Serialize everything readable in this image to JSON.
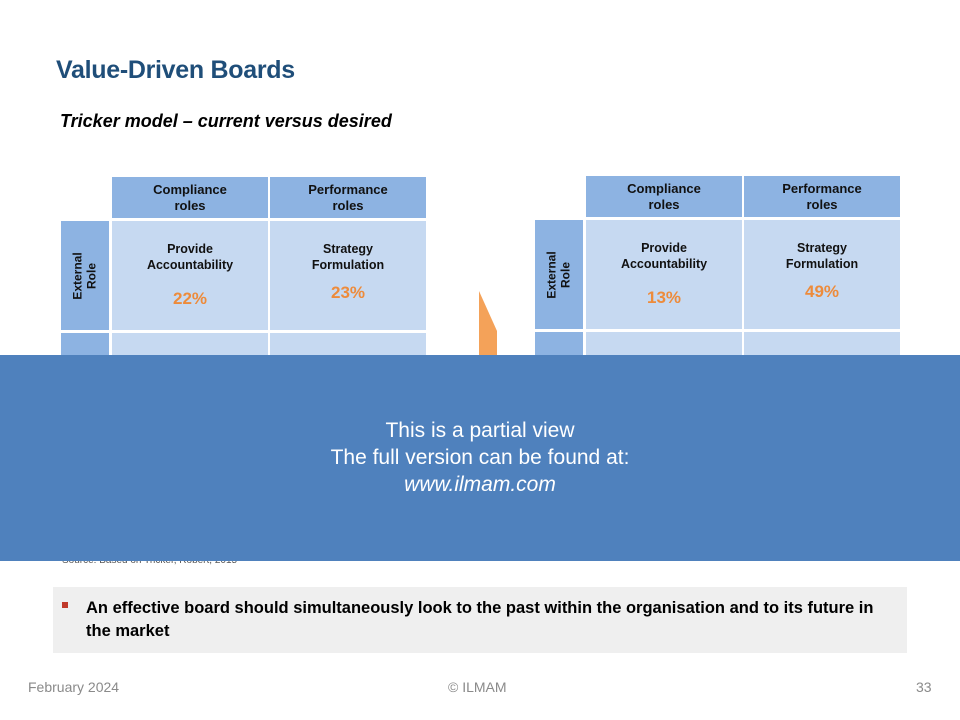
{
  "title": "Value-Driven Boards",
  "subtitle": "Tricker model – current versus desired",
  "tables": [
    {
      "headers": [
        "Compliance\nroles",
        "Performance\nroles"
      ],
      "side_label": "External\nRole",
      "cells": [
        {
          "label": "Provide Accountability",
          "pct": "22%"
        },
        {
          "label": "Strategy Formulation",
          "pct": "23%"
        }
      ]
    },
    {
      "headers": [
        "Compliance\nroles",
        "Performance\nroles"
      ],
      "side_label": "External\nRole",
      "cells": [
        {
          "label": "Provide Accountability",
          "pct": "13%"
        },
        {
          "label": "Strategy Formulation",
          "pct": "49%"
        }
      ]
    }
  ],
  "overlay": {
    "line1": "This is a partial view",
    "line2": "The full version can be found at:",
    "url": "www.ilmam.com"
  },
  "source": "Source: Based on Tricker, Robert, 2015",
  "bullet": "An effective board should simultaneously look to the past within the organisation and to its future in the market",
  "footer": {
    "date": "February 2024",
    "copyright": "© ILMAM",
    "page": "33"
  },
  "colors": {
    "title": "#1F4E79",
    "header_fill": "#8DB3E2",
    "cell_fill": "#C6D9F1",
    "percent": "#ED8B3B",
    "arrow": "#F4A259",
    "overlay": "#4F81BD"
  }
}
